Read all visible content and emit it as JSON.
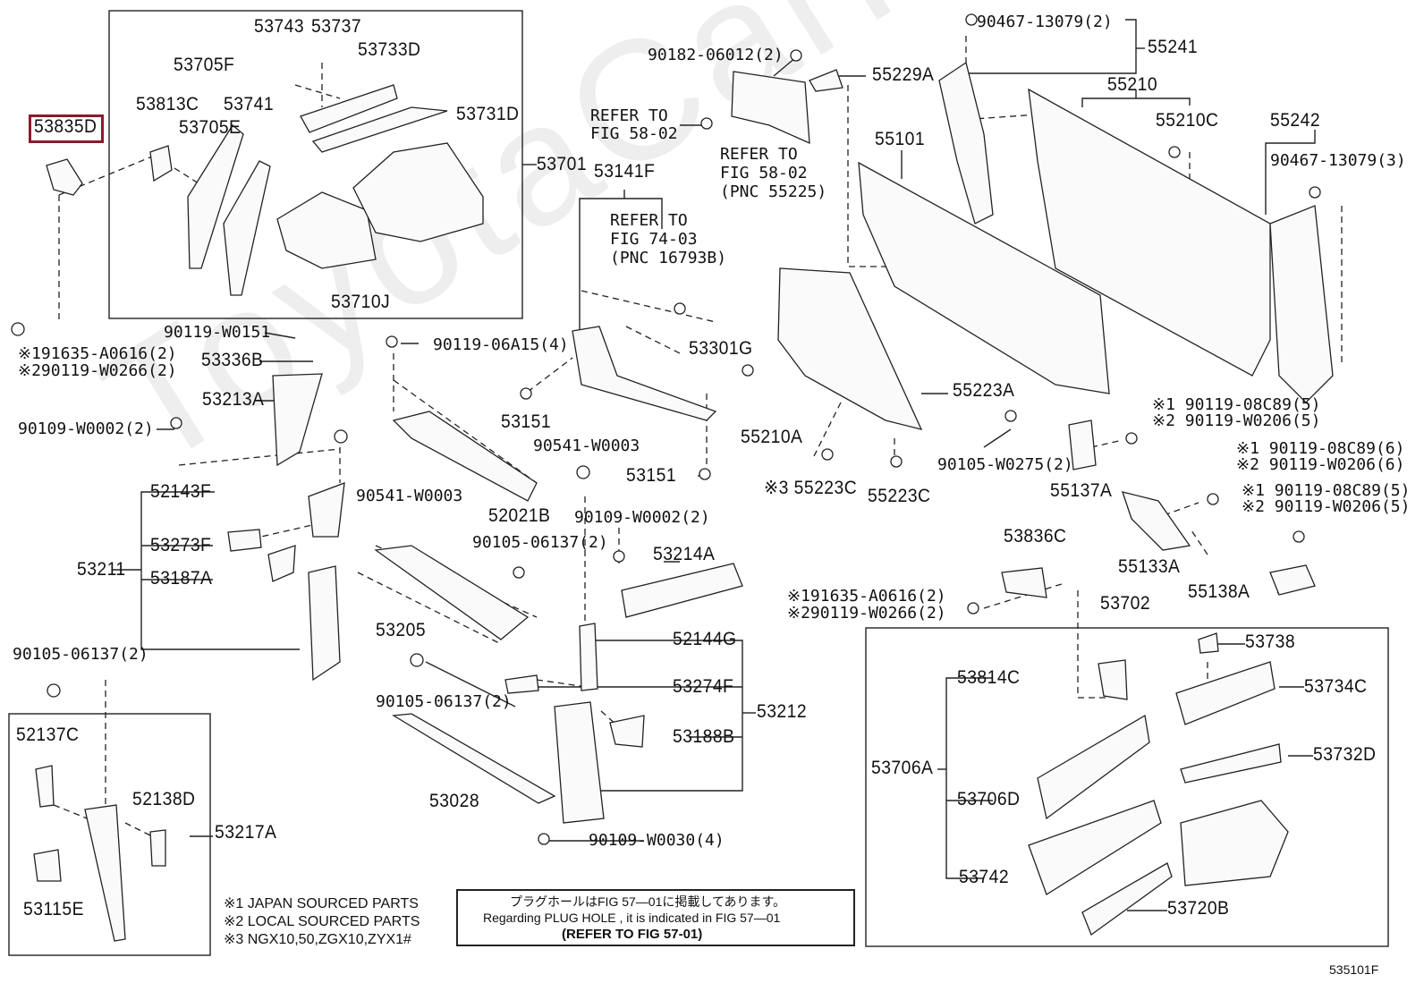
{
  "watermark": "ToyotaCarParts.ru",
  "figure_id": "535101F",
  "labels": {
    "53835D": "53835D",
    "53743": "53743",
    "53737": "53737",
    "53733D": "53733D",
    "53705F": "53705F",
    "53813C": "53813C",
    "53741": "53741",
    "53705E": "53705E",
    "53731D": "53731D",
    "53701": "53701",
    "53710J": "53710J",
    "f90182": "90182-06012(2)",
    "55229A": "55229A",
    "f90467a": "90467-13079(2)",
    "55241": "55241",
    "55210": "55210",
    "55210C": "55210C",
    "55242": "55242",
    "f90467b": "90467-13079(3)",
    "55101": "55101",
    "53141F": "53141F",
    "53301G": "53301G",
    "f9011906a15": "90119-06A15(4)",
    "f90119w0151": "90119-W0151",
    "f91635left": "※191635-A0616(2)",
    "f90119w0266left": "※290119-W0266(2)",
    "53336B": "53336B",
    "53213A": "53213A",
    "f90109w0002left": "90109-W0002(2)",
    "53151a": "53151",
    "55210A": "55210A",
    "55223A": "55223A",
    "f90541mid": "90541-W0003",
    "53151b": "53151",
    "f90541left": "90541-W0003",
    "52021B": "52021B",
    "f90105w0275": "90105-W0275(2)",
    "55223C_n3": "※3 55223C",
    "55223C": "55223C",
    "55137A": "55137A",
    "f0808a1": "※1 90119-08C89(5)",
    "f0808a2": "※2 90119-W0206(5)",
    "f0808b1": "※1 90119-08C89(6)",
    "f0808b2": "※2 90119-W0206(6)",
    "f0808c1": "※1 90119-08C89(5)",
    "f0808c2": "※2 90119-W0206(5)",
    "52143F": "52143F",
    "53273F": "53273F",
    "53211": "53211",
    "53187A": "53187A",
    "f9010506137mid": "90105-06137(2)",
    "f90109w0002mid": "90109-W0002(2)",
    "53214A": "53214A",
    "53836C": "53836C",
    "55133A": "55133A",
    "55138A": "55138A",
    "f91635right": "※191635-A0616(2)",
    "f90119w0266right": "※290119-W0266(2)",
    "53702": "53702",
    "53205": "53205",
    "52144G": "52144G",
    "f9010506137left": "90105-06137(2)",
    "53274F": "53274F",
    "f9010506137bottom": "90105-06137(2)",
    "53212": "53212",
    "53188B": "53188B",
    "53028": "53028",
    "f90109w0030": "90109-W0030(4)",
    "52137C": "52137C",
    "52138D": "52138D",
    "53217A": "53217A",
    "53115E": "53115E",
    "53738": "53738",
    "53814C": "53814C",
    "53734C": "53734C",
    "53732D": "53732D",
    "53706A": "53706A",
    "53706D": "53706D",
    "53742": "53742",
    "53720B": "53720B"
  },
  "notes": {
    "refer_5802": [
      "REFER TO",
      "FIG 58-02"
    ],
    "refer_55225": [
      "REFER TO",
      "FIG 58-02",
      "(PNC 55225)"
    ],
    "refer_7403": [
      "REFER TO",
      "FIG 74-03",
      "(PNC 16793B)"
    ]
  },
  "footnotes": [
    "※1 JAPAN SOURCED PARTS",
    "※2 LOCAL SOURCED PARTS",
    "※3 NGX10,50,ZGX10,ZYX1#"
  ],
  "plug_note": {
    "japanese": "プラグホールはFIG 57—01に掲載してあります。",
    "english": "Regarding  PLUG HOLE , it is indicated in FIG 57—01",
    "refer": "(REFER TO FIG 57-01)"
  },
  "highlight_color": "#8b1a2b"
}
